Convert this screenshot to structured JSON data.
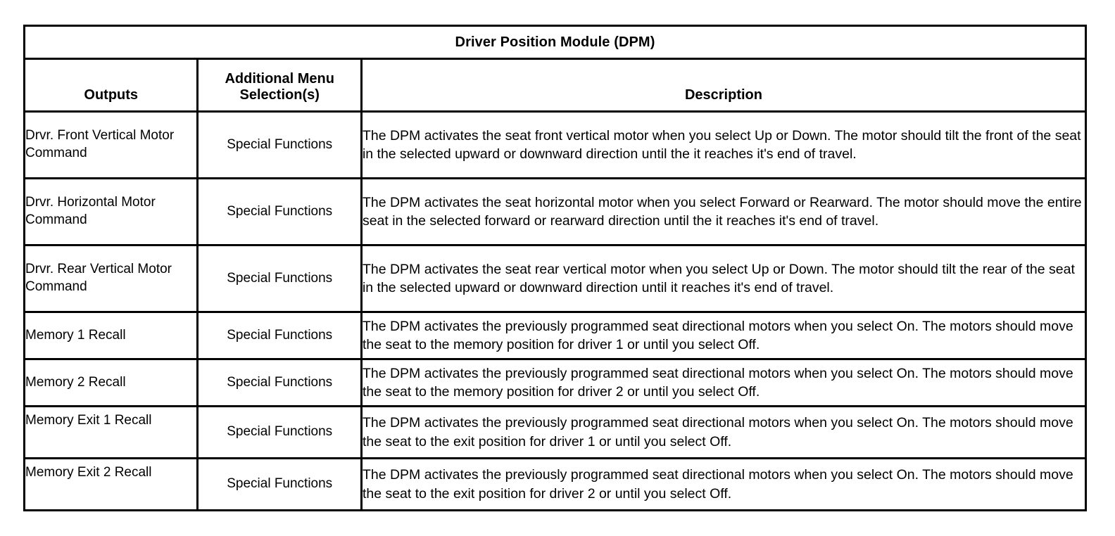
{
  "table": {
    "title": "Driver Position Module (DPM)",
    "columns": {
      "outputs": "Outputs",
      "additional_menu": "Additional Menu\nSelection(s)",
      "additional_menu_line1": "Additional Menu",
      "additional_menu_line2": "Selection(s)",
      "description": "Description"
    },
    "rows": [
      {
        "output": "Drvr. Front Vertical Motor Command",
        "menu": "Special Functions",
        "description": "The DPM activates the seat front vertical motor when you select Up or Down. The motor should tilt the front of the seat in the selected upward or downward direction until the it reaches it's end of travel."
      },
      {
        "output": "Drvr. Horizontal Motor Command",
        "menu": "Special Functions",
        "description": "The DPM activates the seat horizontal motor when you select Forward or Rearward. The motor should move the entire seat in the selected forward or rearward direction until the it reaches it's end of travel."
      },
      {
        "output": "Drvr. Rear Vertical Motor Command",
        "menu": "Special Functions",
        "description": "The DPM activates the seat rear vertical motor when you select Up or Down. The motor should tilt the rear of the seat in the selected upward or downward direction until it reaches it's end of travel."
      },
      {
        "output": "Memory 1 Recall",
        "menu": "Special Functions",
        "description": "The DPM activates the previously programmed seat directional motors when you select On. The motors should move the seat to the memory position for driver 1 or until you select Off."
      },
      {
        "output": "Memory 2 Recall",
        "menu": "Special Functions",
        "description": "The DPM activates the previously programmed seat directional motors when you select On. The motors should move the seat to the memory position for driver 2 or until you select Off."
      },
      {
        "output": "Memory Exit 1 Recall",
        "menu": "Special Functions",
        "description": "The DPM activates the previously programmed seat directional motors when you select On. The motors should move the seat to the exit position for driver 1 or until you select Off."
      },
      {
        "output": "Memory Exit 2 Recall",
        "menu": "Special Functions",
        "description": "The DPM activates the previously programmed seat directional motors when you select On. The motors should move the seat to the exit position for driver 2 or until you select Off."
      }
    ]
  }
}
